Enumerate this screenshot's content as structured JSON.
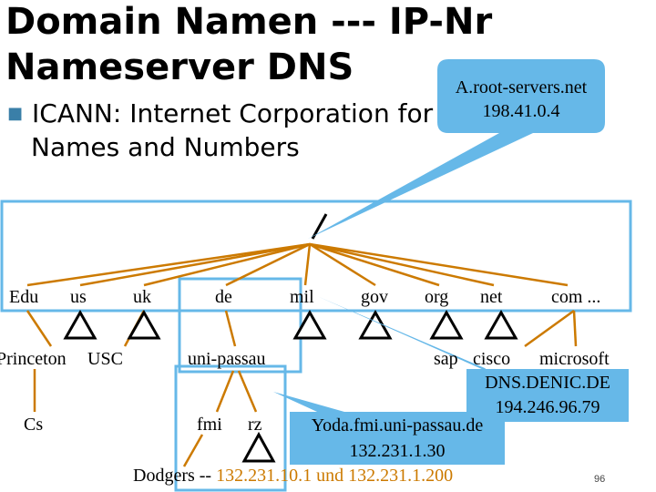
{
  "title_line1": "Domain Namen --- IP-Nr",
  "title_line2": "Nameserver DNS",
  "bullet_line1": "ICANN: Internet Corporation for Assigned",
  "bullet_line2": "Names and Numbers",
  "root_label": "/",
  "tld_labels": [
    "Edu",
    "us",
    "uk",
    "de",
    "mil",
    "gov",
    "org",
    "net",
    "com ..."
  ],
  "second_level_labels": [
    "Princeton",
    "USC",
    "uni-passau",
    "sap",
    "cisco",
    "microsoft"
  ],
  "third_level_labels": [
    "Cs",
    "fmi",
    "rz"
  ],
  "callout_root": {
    "line1": "A.root-servers.net",
    "line2": "198.41.0.4"
  },
  "callout_denic": {
    "line1": "DNS.DENIC.DE",
    "line2": "194.246.96.79"
  },
  "callout_fmi": {
    "line1": "Yoda.fmi.uni-passau.de",
    "line2": "132.231.1.30"
  },
  "bottom_prefix": "Dodgers -- ",
  "bottom_value": "132.231.10.1 und 132.231.1.200",
  "page_number": "96",
  "colors": {
    "edge": "#cc7a00",
    "highlight": "#66b8e8",
    "callout": "#66b8e8",
    "accent_text": "#cc7a00",
    "bullet": "#3a7fa8"
  }
}
